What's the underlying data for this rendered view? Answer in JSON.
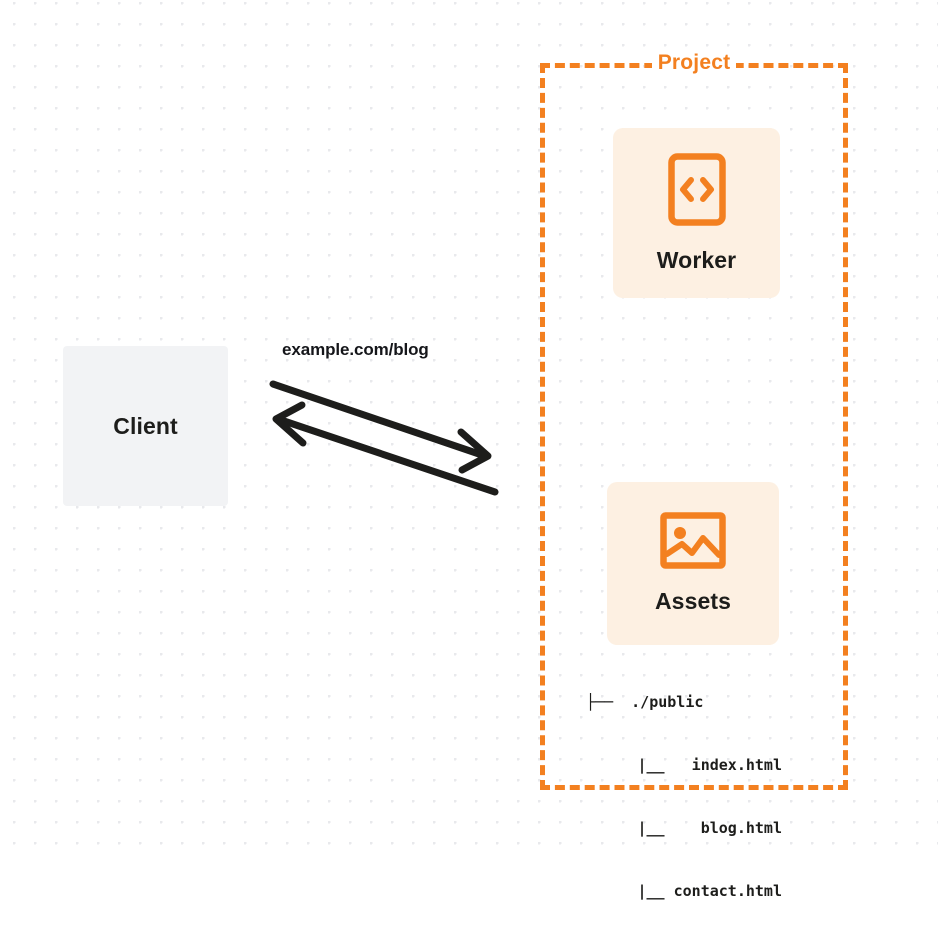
{
  "diagram": {
    "title_hidden": "Client to Project Worker and Assets request flow",
    "colors": {
      "accent_orange": "#f38020",
      "card_background": "#fdf0e2",
      "client_background": "#f2f3f5",
      "text_dark": "#1d1d1b",
      "canvas_background": "#ffffff",
      "dot_grid": "#e8e9ec"
    },
    "project": {
      "label": "Project"
    },
    "nodes": [
      {
        "id": "worker",
        "title": "Worker",
        "icon": "code-brackets-icon"
      },
      {
        "id": "assets",
        "title": "Assets",
        "icon": "image-icon"
      },
      {
        "id": "client",
        "title": "Client",
        "icon": "none"
      }
    ],
    "edge": {
      "label": "example.com/blog",
      "direction": "bidirectional"
    },
    "file_tree": {
      "root": "├──  ./public",
      "children": [
        "|__   index.html",
        "|__    blog.html",
        "|__ contact.html"
      ]
    }
  }
}
